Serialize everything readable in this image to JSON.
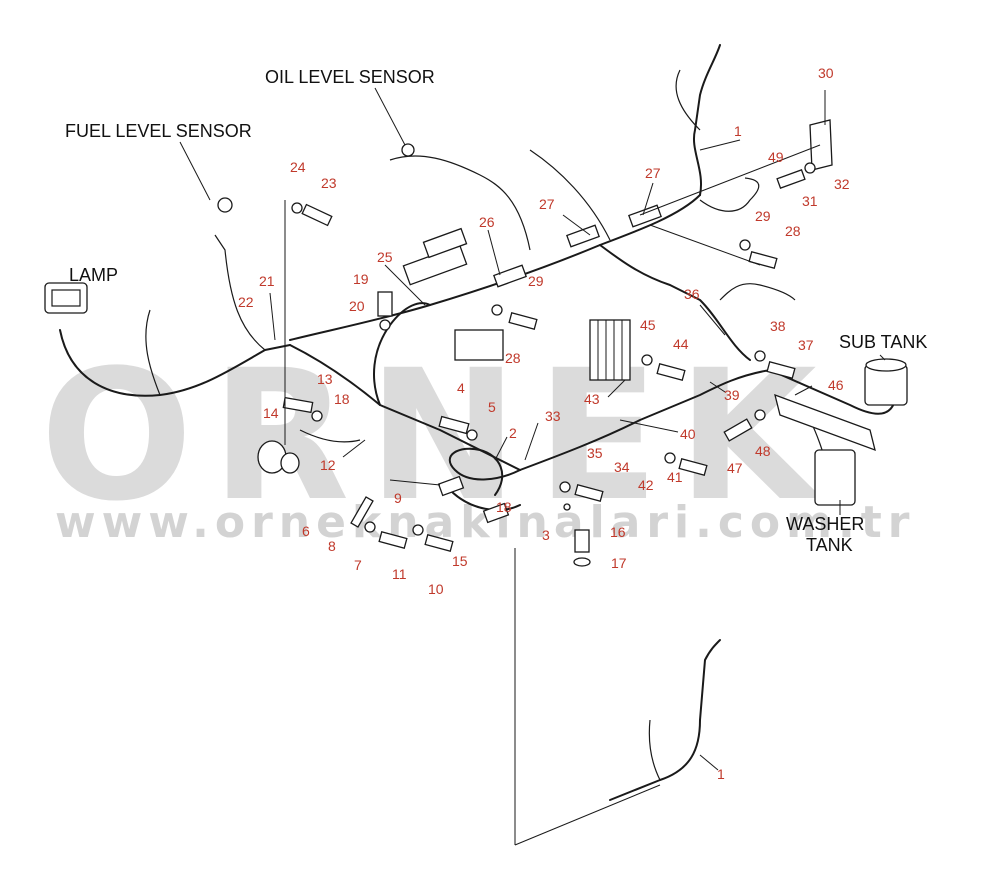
{
  "watermark": {
    "brand": "ORNEK",
    "url": "www.orneknakinalari.com.tr"
  },
  "labels": {
    "oil_level_sensor": "OIL LEVEL SENSOR",
    "fuel_level_sensor": "FUEL LEVEL SENSOR",
    "lamp": "LAMP",
    "sub_tank": "SUB TANK",
    "washer": "WASHER",
    "tank": "TANK"
  },
  "callout_color": "#c0392b",
  "callouts": {
    "c1a": "1",
    "c1b": "1",
    "c2": "2",
    "c3": "3",
    "c4": "4",
    "c5": "5",
    "c6": "6",
    "c7": "7",
    "c8": "8",
    "c9": "9",
    "c10": "10",
    "c11": "11",
    "c12": "12",
    "c13": "13",
    "c14": "14",
    "c15": "15",
    "c16": "16",
    "c17": "17",
    "c18a": "18",
    "c18b": "18",
    "c19": "19",
    "c20": "20",
    "c21": "21",
    "c22": "22",
    "c23": "23",
    "c24": "24",
    "c25": "25",
    "c26": "26",
    "c27a": "27",
    "c27b": "27",
    "c28a": "28",
    "c28b": "28",
    "c29a": "29",
    "c29b": "29",
    "c30": "30",
    "c31": "31",
    "c32": "32",
    "c33": "33",
    "c34": "34",
    "c35": "35",
    "c36": "36",
    "c37": "37",
    "c38": "38",
    "c39": "39",
    "c40": "40",
    "c41": "41",
    "c42": "42",
    "c43": "43",
    "c44": "44",
    "c45": "45",
    "c46": "46",
    "c47": "47",
    "c48": "48",
    "c49": "49"
  }
}
